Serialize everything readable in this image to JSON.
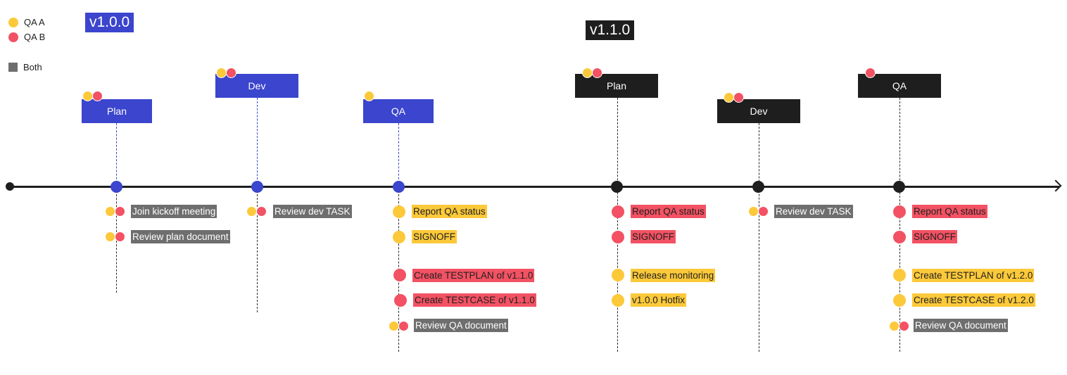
{
  "legend": {
    "qa_a": "QA A",
    "qa_b": "QA B",
    "both": "Both"
  },
  "colors": {
    "qa_a": "#fcc93a",
    "qa_b": "#f25263",
    "both": "#6e6e6e",
    "v1_0_0": "#3b45cd",
    "v1_1_0": "#1e1e1e"
  },
  "versions": {
    "v1": "v1.0.0",
    "v2": "v1.1.0"
  },
  "phases": {
    "plan1": "Plan",
    "dev1": "Dev",
    "qa1": "QA",
    "plan2": "Plan",
    "dev2": "Dev",
    "qa2": "QA"
  },
  "tasks": {
    "plan1": [
      "Join kickoff meeting",
      "Review plan document"
    ],
    "dev1": [
      "Review dev TASK"
    ],
    "qa1": [
      "Report QA status",
      "SIGNOFF",
      "Create TESTPLAN of v1.1.0",
      "Create TESTCASE of v1.1.0",
      "Review QA document"
    ],
    "plan2": [
      "Report QA status",
      "SIGNOFF",
      "Release monitoring",
      "v1.0.0 Hotfix"
    ],
    "dev2": [
      "Review dev TASK"
    ],
    "qa2": [
      "Report QA status",
      "SIGNOFF",
      "Create TESTPLAN of v1.2.0",
      "Create TESTCASE of v1.2.0",
      "Review QA document"
    ]
  }
}
